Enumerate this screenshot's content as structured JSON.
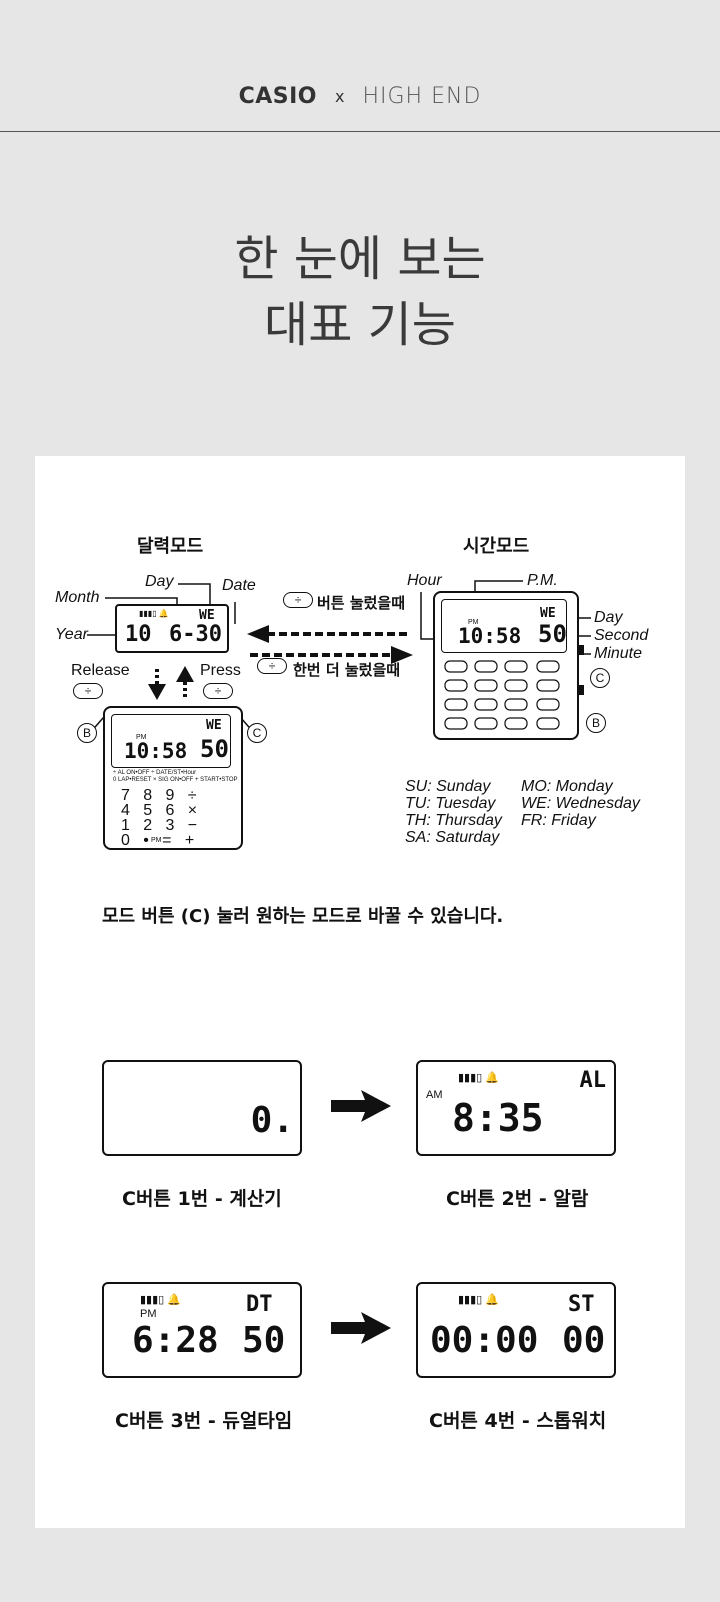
{
  "header": {
    "brand_casio": "CASIO",
    "brand_x": "x",
    "brand_partner": "HIGH END"
  },
  "headline": {
    "line1": "한 눈에 보는",
    "line2": "대표 기능"
  },
  "diagram": {
    "calendar_mode_title": "달력모드",
    "time_mode_title": "시간모드",
    "labels": {
      "day": "Day",
      "date": "Date",
      "month": "Month",
      "year": "Year",
      "release": "Release",
      "press": "Press",
      "hour": "Hour",
      "pm": "P.M.",
      "day_right": "Day",
      "second": "Second",
      "minute": "Minute",
      "divide_sym": "÷",
      "b": "B",
      "c": "C"
    },
    "arrow_top_text": "버튼 눌렀을때",
    "arrow_bottom_text": "한번 더 눌렀을때",
    "calendar_display": {
      "top": "WE",
      "month": "10",
      "date": "6-30",
      "bat": "▮▮▮▯ 🔔"
    },
    "time_display": {
      "pm": "PM",
      "time": "10:58",
      "sec": "50",
      "day": "WE"
    },
    "bottom_watch": {
      "pm": "PM",
      "time": "10:58",
      "sec": "50",
      "day": "WE",
      "row1": "÷ AL ON•OFF   ÷ DATE/ST•Hour",
      "row2": "0 LAP•RESET  × SIG ON•OFF   + START•STOP"
    },
    "keypad_rows": [
      "7   8   9   ÷",
      "4   5   6   ×",
      "1   2   3   −",
      "0   •   =   +"
    ],
    "keypad_pm": "PM",
    "days": [
      {
        "abbr": "SU:",
        "name": "Sunday"
      },
      {
        "abbr": "TU:",
        "name": "Tuesday"
      },
      {
        "abbr": "TH:",
        "name": "Thursday"
      },
      {
        "abbr": "SA:",
        "name": "Saturday"
      },
      {
        "abbr": "MO:",
        "name": "Monday"
      },
      {
        "abbr": "WE:",
        "name": "Wednesday"
      },
      {
        "abbr": "FR:",
        "name": "Friday"
      }
    ]
  },
  "instruction": "모드 버튼 (C) 눌러 원하는 모드로 바꿀 수 있습니다.",
  "modes": [
    {
      "caption": "C버튼 1번 - 계산기",
      "main": "0.",
      "corner": ""
    },
    {
      "caption": "C버튼 2번 - 알람",
      "main": "8:35",
      "corner": "AL",
      "sub": "AM"
    },
    {
      "caption": "C버튼 3번 - 듀얼타임",
      "main": "6:28",
      "sec": "50",
      "corner": "DT",
      "sub": "PM"
    },
    {
      "caption": "C버튼 4번 - 스톱워치",
      "main": "00:00",
      "sec": "00",
      "corner": "ST"
    }
  ]
}
